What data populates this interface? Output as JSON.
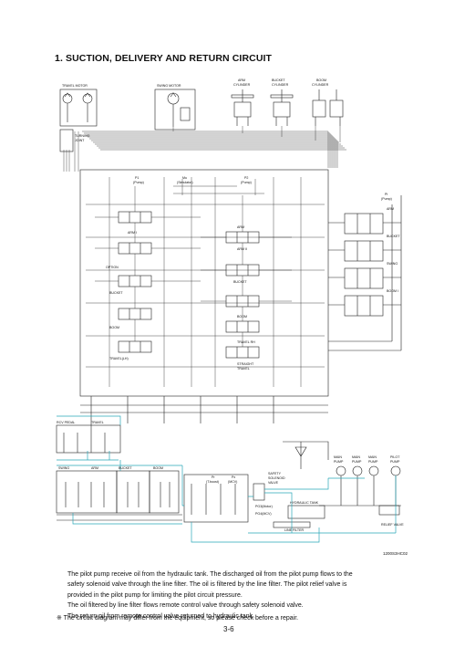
{
  "section_title": "1. SUCTION, DELIVERY AND RETURN CIRCUIT",
  "diagram": {
    "labels": {
      "travel_motor": "TRAVEL MOTOR",
      "swing_motor": "SWING MOTOR",
      "arm_cylinder_1": "ARM",
      "arm_cylinder_2": "CYLINDER",
      "bucket_cylinder_1": "BUCKET",
      "bucket_cylinder_2": "CYLINDER",
      "boom_cylinder_1": "BOOM",
      "boom_cylinder_2": "CYLINDER",
      "turning_joint_1": "TURNING",
      "turning_joint_2": "JOINT",
      "p1_pump_1": "P1",
      "p1_pump_2": "(Pump)",
      "mu_1": "Mu",
      "mu_2": "(Simulator)",
      "p2_pump_1": "P2",
      "p2_pump_2": "(Pump)",
      "pi_pump_1": "Pi",
      "pi_pump_2": "(Pump)",
      "arm_l": "ARM I",
      "arm_ii": "ARM II",
      "option": "OPTION",
      "bucket_l": "BUCKET",
      "boom_l": "BOOM",
      "travel_lh": "TRAVEL(LH)",
      "arm_r": "ARM",
      "bucket_r": "BUCKET",
      "swing": "SWING",
      "boom_r": "BOOM I",
      "boom_ii": "BOOM",
      "travel_rh": "TRAVEL RH",
      "straight_travel_1": "STRAIGHT",
      "straight_travel_2": "TRAVEL",
      "rcv_pedal": "RCV PEDAL",
      "travel": "TRAVEL",
      "swing_b": "SWING",
      "arm_b": "ARM",
      "bucket_b": "BUCKET",
      "boom_b": "BOOM",
      "main_pump_1": "MAIN",
      "main_pump_2": "PUMP",
      "main_pump_3": "MAIN",
      "main_pump_4": "PUMP",
      "pilot_pump_1": "PILOT",
      "pilot_pump_2": "PUMP",
      "safety_1": "SAFETY",
      "safety_2": "SOLENOID",
      "safety_3": "VALVE",
      "hydraulic_tank": "HYDRAULIC TANK",
      "line_filter": "LINE FILTER",
      "relief_valve": "RELIEF VALVE",
      "pg_1": "Pr",
      "pg_2": "(T.boost)",
      "pg_3": "Px",
      "pg_4": "(MCV)",
      "pg_5": "PG3(Motor)",
      "pg_6": "PG4(MCV)"
    }
  },
  "figure_code": "1200S3HC02",
  "paragraphs": [
    "The pilot pump receive oil from the hydraulic tank. The discharged oil from the pilot pump flows to the",
    "safety solenoid valve through the line filter. The oil is filtered by the line filter. The pilot relief valve is",
    "provided in the pilot pump for limiting the pilot circuit pressure.",
    "The oil filtered by line filter flows remote control valve through safety solenoid valve.",
    "The return oil from remote control valve returned to hydraulic tank."
  ],
  "note": "※ The circuit diagram may differ from the equipment, so please check before a repair.",
  "page_number": "3-6",
  "colors": {
    "pilot_line": "#2aa6b8",
    "line": "#222222"
  }
}
